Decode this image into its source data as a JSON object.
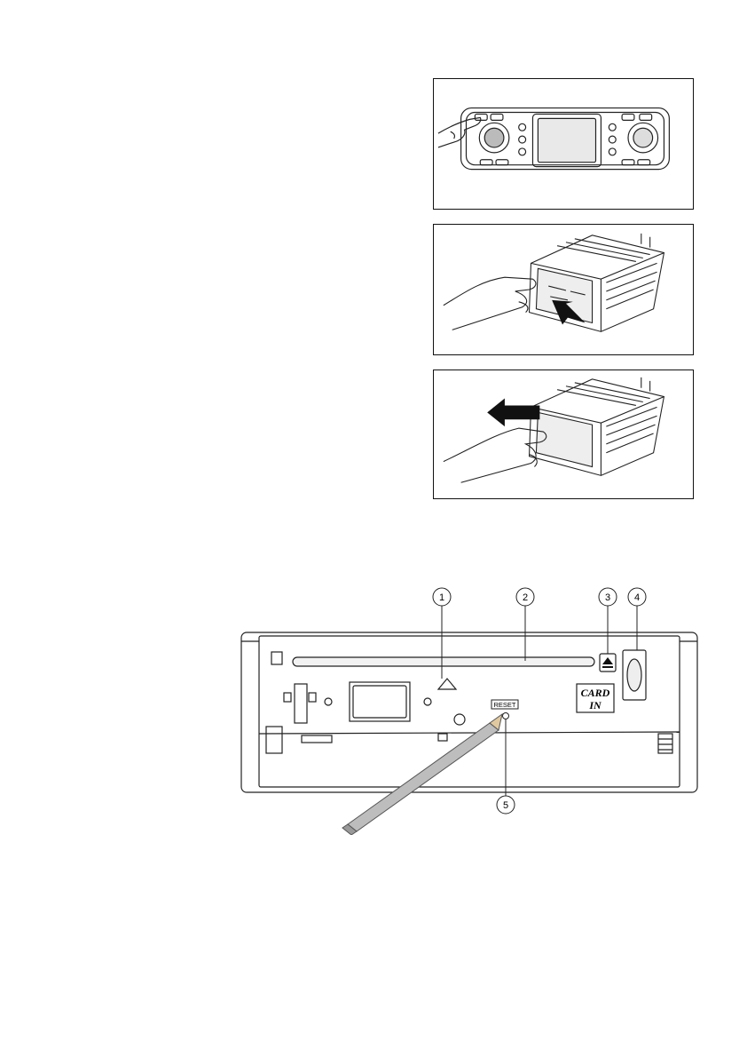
{
  "figures": [
    {
      "id": "remove-step-1",
      "description_icon": "release-button-press"
    },
    {
      "id": "remove-step-2",
      "description_icon": "panel-tilt-out"
    },
    {
      "id": "remove-step-3",
      "description_icon": "panel-pull-off"
    }
  ],
  "front_diagram": {
    "callouts": [
      "1",
      "2",
      "3",
      "4",
      "5"
    ],
    "reset_label": "RESET",
    "card_label_line1": "CARD",
    "card_label_line2": "IN"
  }
}
